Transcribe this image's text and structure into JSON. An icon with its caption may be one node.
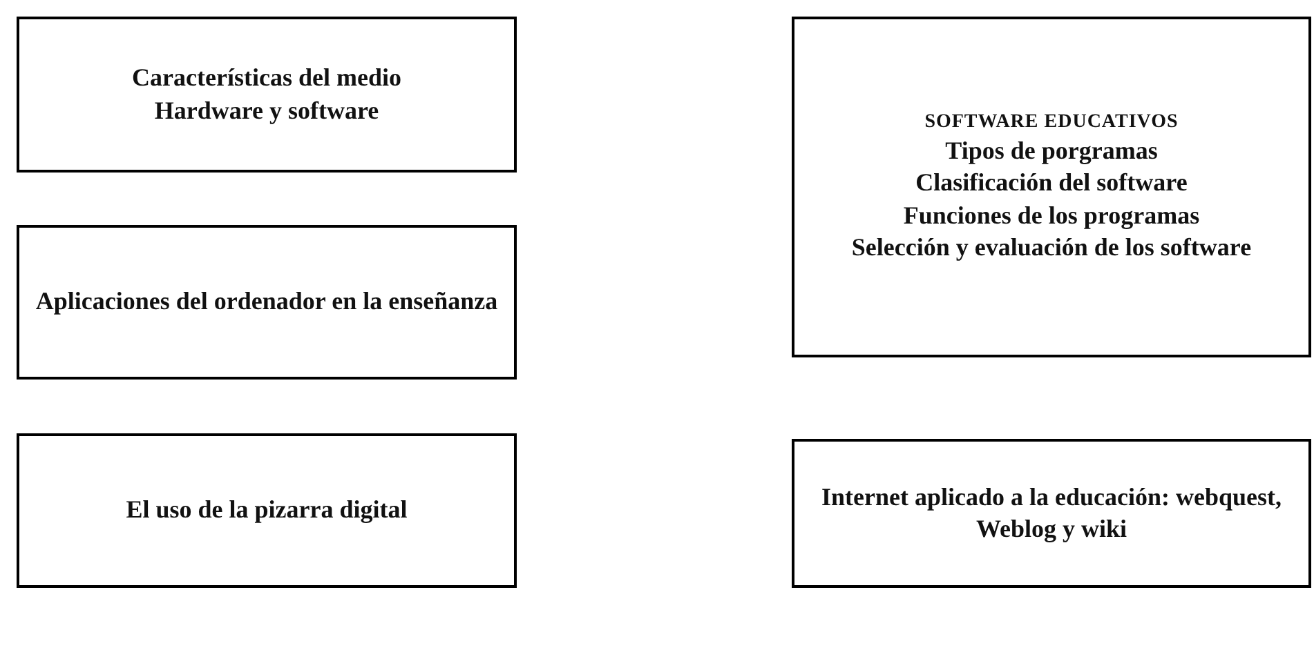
{
  "diagram": {
    "nodes": [
      {
        "text": [
          "Características del medio",
          "Hardware y software"
        ]
      },
      {
        "text": [
          "Aplicaciones del ordenador en la enseñanza"
        ]
      },
      {
        "text": [
          "El uso de la pizarra digital"
        ]
      },
      {
        "text": [
          "SOFTWARE EDUCATIVOS",
          "Tipos de porgramas",
          "Clasificación del software",
          "Funciones de los programas",
          "Selección y evaluación de los software"
        ]
      },
      {
        "text": [
          "Internet aplicado a la educación: webquest, Weblog y wiki"
        ]
      }
    ]
  }
}
